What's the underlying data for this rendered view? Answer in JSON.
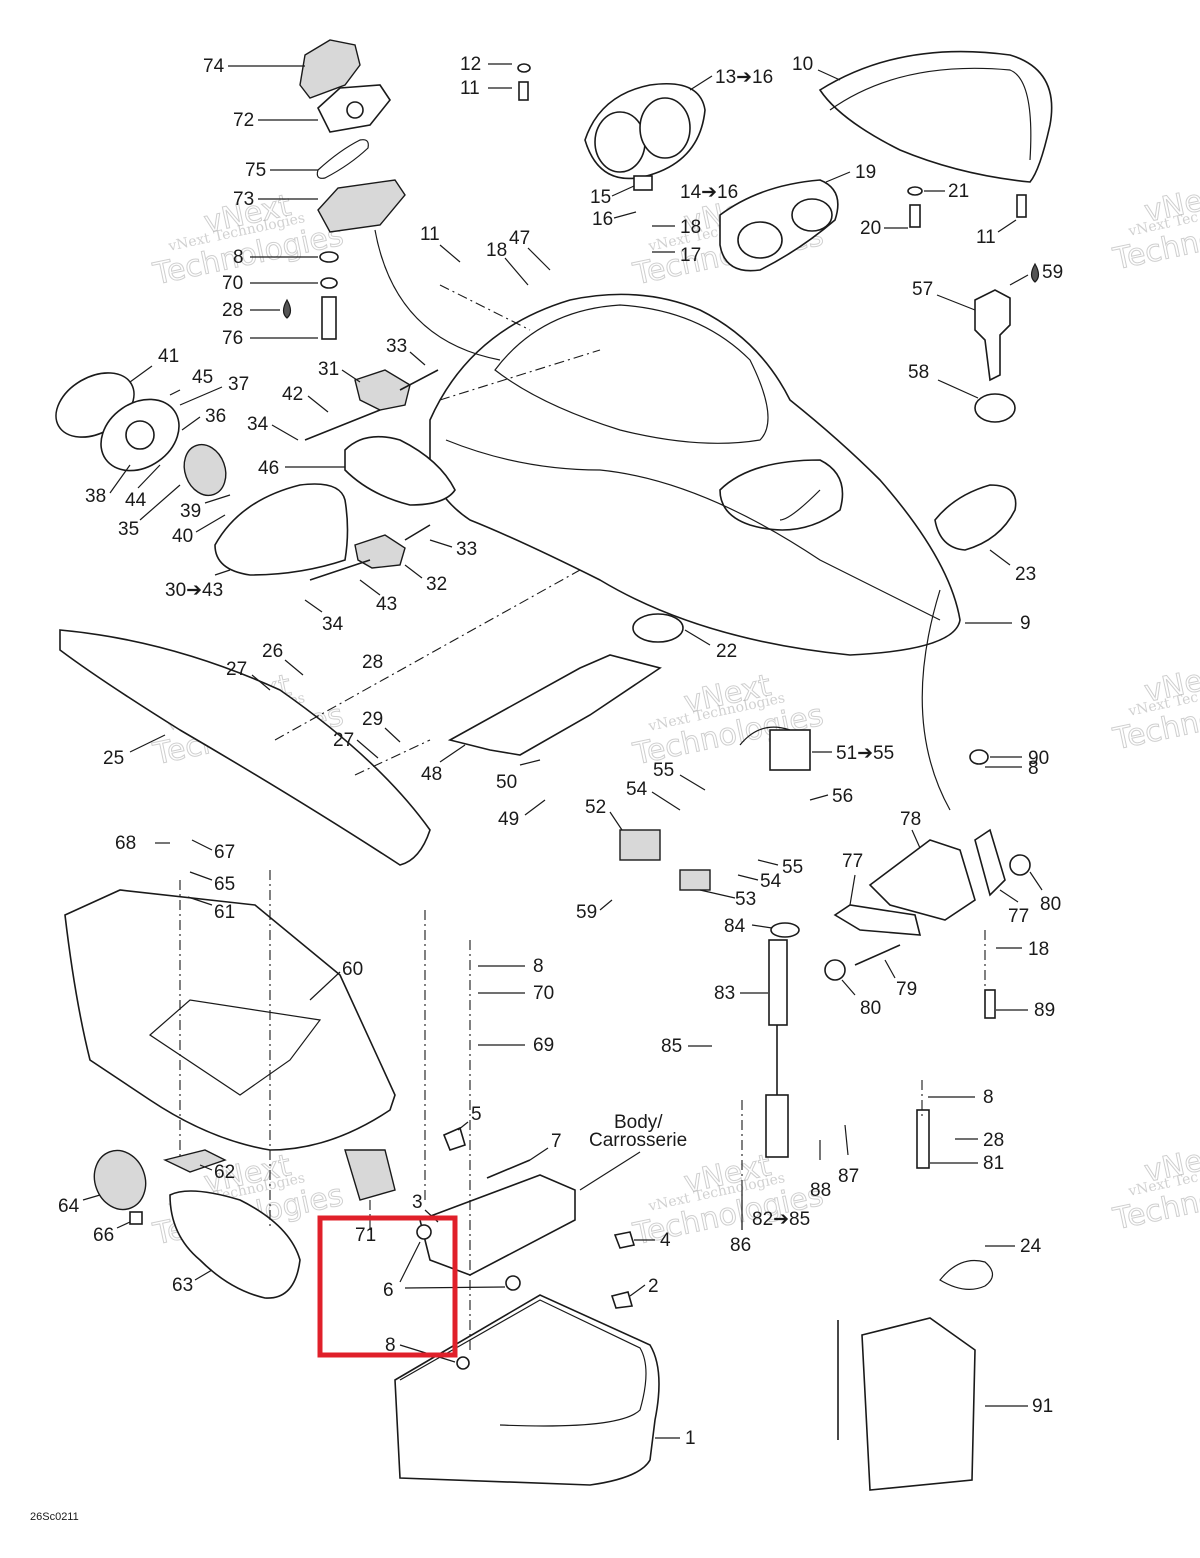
{
  "diagram": {
    "title_lines": [
      "Body/",
      "Carrosserie"
    ],
    "drawing_code": "26Sc0211",
    "watermark_line1": "vNext",
    "watermark_line2": "vNext Technologies",
    "watermark_line3": "Technologies",
    "watermark_edge1": "vNext",
    "watermark_edge2": "vNext Tec",
    "watermark_edge3": "Techno",
    "highlight_color": "#e0202a",
    "highlighted_callouts": [
      "71",
      "6",
      "8"
    ],
    "callouts": {
      "c74": "74",
      "c72": "72",
      "c75": "75",
      "c73": "73",
      "c8a": "8",
      "c70a": "70",
      "c28a": "28",
      "c76": "76",
      "c12": "12",
      "c11a": "11",
      "c13": "13➔16",
      "c10": "10",
      "c15": "15",
      "c14": "14➔16",
      "c16": "16",
      "c18a": "18",
      "c17": "17",
      "c19": "19",
      "c21": "21",
      "c20": "20",
      "c11b": "11",
      "c11c": "11",
      "c18b": "18",
      "c47": "47",
      "c57": "57",
      "c59a": "59",
      "c58": "58",
      "c41": "41",
      "c45": "45",
      "c37": "37",
      "c36": "36",
      "c38": "38",
      "c44": "44",
      "c35": "35",
      "c39": "39",
      "c40": "40",
      "c33a": "33",
      "c31": "31",
      "c42": "42",
      "c34a": "34",
      "c46": "46",
      "c33b": "33",
      "c32": "32",
      "c43": "43",
      "c30": "30➔43",
      "c34b": "34",
      "c23": "23",
      "c9": "9",
      "c22": "22",
      "c26": "26",
      "c27a": "27",
      "c28b": "28",
      "c25": "25",
      "c29": "29",
      "c27b": "27",
      "c48": "48",
      "c50": "50",
      "c49": "49",
      "c55a": "55",
      "c54a": "54",
      "c51": "51➔55",
      "c56": "56",
      "c52": "52",
      "c59b": "59",
      "c55b": "55",
      "c54b": "54",
      "c53": "53",
      "c90": "90",
      "c8b": "8",
      "c78": "78",
      "c77a": "77",
      "c77b": "77",
      "c80a": "80",
      "c18c": "18",
      "c79": "79",
      "c80b": "80",
      "c89": "89",
      "c84": "84",
      "c83": "83",
      "c85": "85",
      "c8c": "8",
      "c28c": "28",
      "c81": "81",
      "c88": "88",
      "c87": "87",
      "c82": "82➔85",
      "c86": "86",
      "c68": "68",
      "c67": "67",
      "c65": "65",
      "c61": "61",
      "c60": "60",
      "c8d": "8",
      "c70b": "70",
      "c69": "69",
      "c62": "62",
      "c64": "64",
      "c66": "66",
      "c63": "63",
      "c5": "5",
      "c7": "7",
      "c3": "3",
      "c4": "4",
      "c71": "71",
      "c6": "6",
      "c8e": "8",
      "c2": "2",
      "c1": "1",
      "c24": "24",
      "c91": "91"
    }
  }
}
